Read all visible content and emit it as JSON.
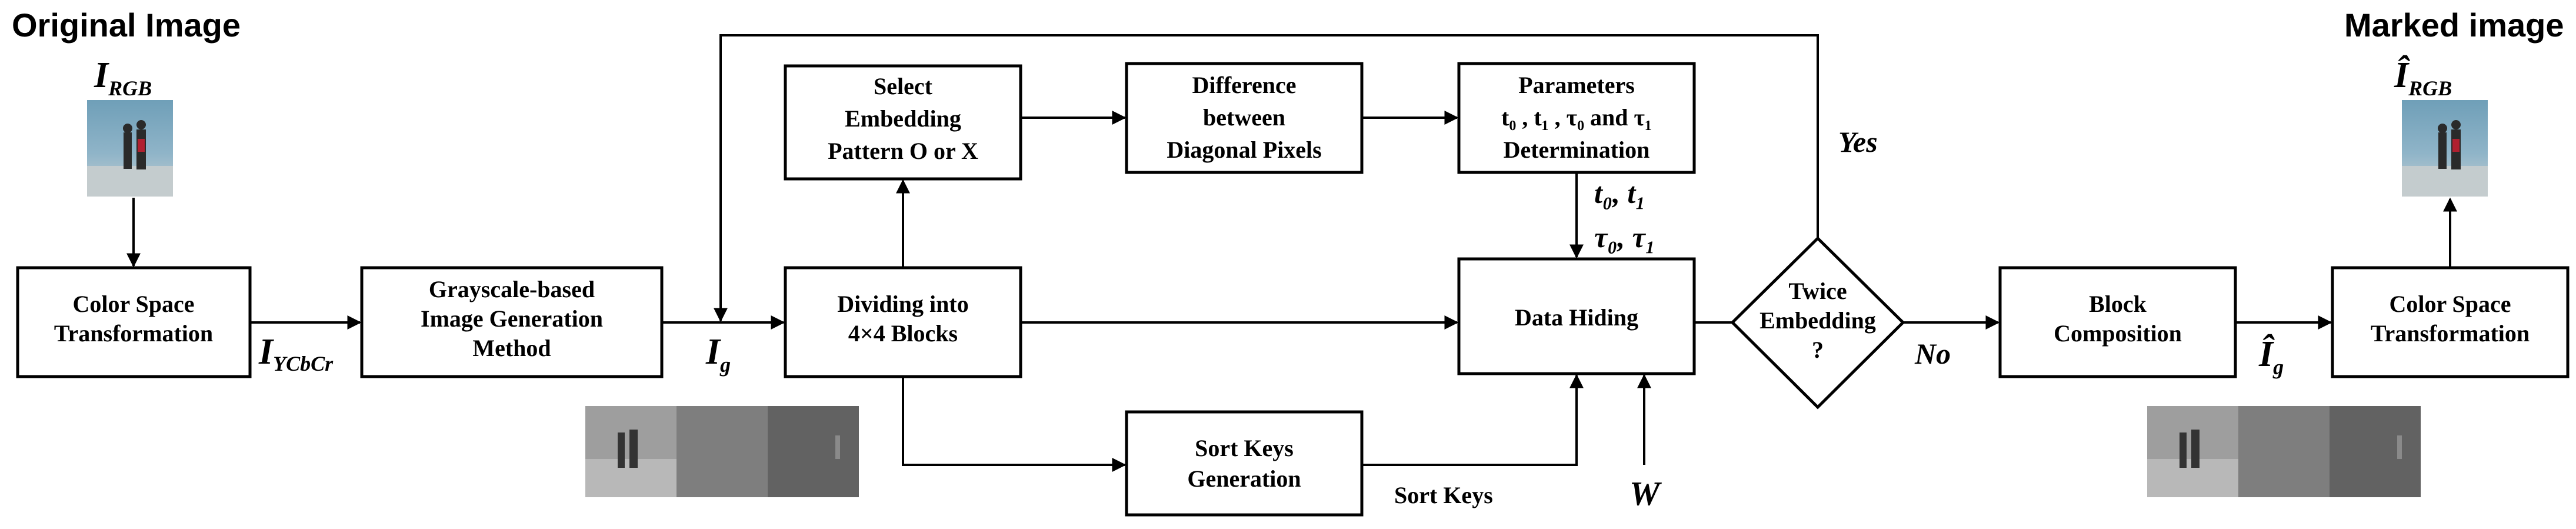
{
  "labels": {
    "original_image": "Original Image",
    "marked_image": "Marked image",
    "i_rgb": "I",
    "i_rgb_sub": "RGB",
    "i_rgb_hat": "Î",
    "i_rgb_hat_sub": "RGB",
    "i_ycbcr": "I",
    "i_ycbcr_sub": "YCbCr",
    "i_g": "I",
    "i_g_sub": "g",
    "i_g_hat": "Î",
    "i_g_hat_sub": "g",
    "yes": "Yes",
    "no": "No",
    "sort_keys": "Sort Keys",
    "w": "W",
    "params_line1": "t₀, t₁",
    "params_line2": "τ₀, τ₁"
  },
  "boxes": {
    "color_space_in": [
      "Color Space",
      "Transformation"
    ],
    "grayscale": [
      "Grayscale-based",
      "Image Generation",
      "Method"
    ],
    "dividing": [
      "Dividing into",
      "4×4 Blocks"
    ],
    "select_pattern": [
      "Select",
      "Embedding",
      "Pattern O or X"
    ],
    "difference": [
      "Difference",
      "between",
      "Diagonal Pixels"
    ],
    "parameters": [
      "Parameters",
      "t₀ , t₁ , τ₀ and τ₁",
      "Determination"
    ],
    "data_hiding": [
      "Data Hiding"
    ],
    "sort_keys_gen": [
      "Sort Keys",
      "Generation"
    ],
    "twice_embedding": [
      "Twice",
      "Embedding",
      "?"
    ],
    "block_composition": [
      "Block",
      "Composition"
    ],
    "color_space_out": [
      "Color Space",
      "Transformation"
    ]
  },
  "colors": {
    "stroke": "#000000",
    "sea": "#8fb4c8",
    "sand": "#bcc7cc",
    "gray_light": "#9e9e9e",
    "gray_mid": "#7e7e7e",
    "gray_dark": "#626262"
  }
}
